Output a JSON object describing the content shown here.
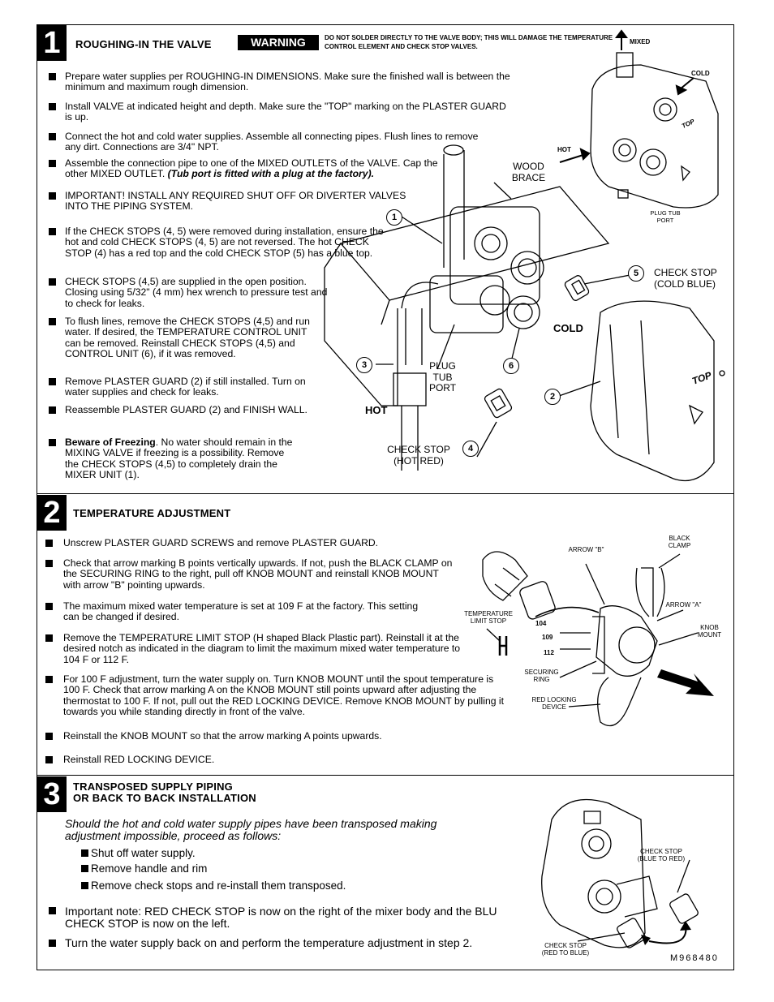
{
  "document_id": "M968480",
  "section1": {
    "number": "1",
    "title": "ROUGHING-IN THE VALVE",
    "warning_label": "WARNING",
    "warning_text": "DO NOT SOLDER DIRECTLY TO THE VALVE BODY; THIS WILL DAMAGE THE TEMPERATURE CONTROL ELEMENT AND CHECK STOP VALVES.",
    "bullets": [
      "Prepare water supplies per ROUGHING-IN DIMENSIONS. Make sure the finished wall is between the minimum and maximum rough dimension.",
      "Install VALVE at indicated height and depth. Make sure the \"TOP\" marking on the PLASTER GUARD is up.",
      "Connect the hot and cold water supplies. Assemble all connecting pipes. Flush lines to remove any dirt. Connections are 3/4\" NPT.",
      "Assemble the connection pipe to one of the MIXED OUTLETS of the VALVE. Cap the other MIXED OUTLET.",
      "IMPORTANT! INSTALL ANY REQUIRED SHUT OFF OR DIVERTER VALVES INTO THE PIPING SYSTEM.",
      "If the CHECK STOPS (4, 5) were removed during installation, ensure the hot and cold CHECK STOPS (4, 5) are not reversed. The hot CHECK STOP (4) has a red top and the cold CHECK STOP (5) has a blue top.",
      "CHECK STOPS (4,5) are supplied in the open position. Closing using 5/32\" (4 mm) hex wrench to pressure test and to check for leaks.",
      "To flush lines, remove the CHECK STOPS (4,5) and run water. If desired, the TEMPERATURE CONTROL UNIT can be removed. Reinstall CHECK STOPS (4,5) and CONTROL UNIT (6), if it was removed.",
      "Remove PLASTER GUARD (2) if still installed. Turn on water supplies and check for leaks.",
      "Reassemble PLASTER GUARD (2) and FINISH WALL."
    ],
    "bullet4_italic": "(Tub port is fitted with a plug at the factory).",
    "freezing_bold": "Beware of Freezing",
    "freezing_text": ". No water should remain in the MIXING VALVE if freezing is a possibility. Remove the CHECK STOPS (4,5) to completely drain the MIXER UNIT (1).",
    "labels": {
      "mixed": "MIXED",
      "cold_small": "COLD",
      "hot_small": "HOT",
      "top": "TOP",
      "plug_tub_port_small": "PLUG TUB PORT",
      "wood_brace": "WOOD BRACE",
      "check_stop_cold": "CHECK STOP (COLD BLUE)",
      "cold": "COLD",
      "plug_tub_port": "PLUG TUB PORT",
      "hot": "HOT",
      "check_stop_hot": "CHECK STOP (HOT RED)",
      "callouts": [
        "1",
        "2",
        "3",
        "4",
        "5",
        "6"
      ]
    }
  },
  "section2": {
    "number": "2",
    "title": "TEMPERATURE ADJUSTMENT",
    "bullets": [
      "Unscrew PLASTER GUARD SCREWS and remove PLASTER GUARD.",
      "Check that arrow marking B points vertically upwards. If not, push the BLACK CLAMP on the SECURING RING to the right, pull off KNOB MOUNT and reinstall KNOB MOUNT with arrow \"B\" pointing upwards.",
      "The maximum mixed water temperature is set at 109  F at the factory. This setting can be changed if desired.",
      "Remove the TEMPERATURE LIMIT STOP (H shaped Black Plastic part). Reinstall it at the desired notch as indicated in the diagram to limit the maximum mixed water temperature to 104 F or 112 F.",
      "For 100  F adjustment, turn the water supply on. Turn KNOB MOUNT until the spout temperature is 100  F. Check that arrow marking A on the KNOB MOUNT still points upward after adjusting the thermostat to 100  F.  If not, pull out the RED LOCKING DEVICE. Remove KNOB MOUNT by pulling it towards you while standing directly in front of the valve.",
      "Reinstall the KNOB MOUNT so that the arrow marking A points upwards.",
      "Reinstall RED LOCKING DEVICE."
    ],
    "labels": {
      "arrow_b": "ARROW \"B\"",
      "black_clamp": "BLACK CLAMP",
      "arrow_a": "ARROW \"A\"",
      "temperature_limit_stop": "TEMPERATURE LIMIT STOP",
      "knob_mount": "KNOB MOUNT",
      "securing_ring": "SECURING RING",
      "red_locking_device": "RED LOCKING DEVICE",
      "notches": [
        "104",
        "109",
        "112"
      ]
    }
  },
  "section3": {
    "number": "3",
    "title_line1": "TRANSPOSED SUPPLY PIPING",
    "title_line2": "OR BACK TO BACK INSTALLATION",
    "intro": "Should the hot and cold water supply pipes have been transposed making adjustment impossible, proceed as follows:",
    "steps": [
      "Shut off water supply.",
      "Remove handle and rim",
      "Remove check stops and re-install them transposed."
    ],
    "bullets": [
      "Important note: RED CHECK STOP is now on the right of the mixer body and the BLU CHECK STOP is now on the left.",
      "Turn the water supply back on and perform the temperature adjustment in step 2."
    ],
    "labels": {
      "check_stop_blue_to_red": "CHECK STOP (BLUE TO RED)",
      "check_stop_red_to_blue": "CHECK STOP (RED TO BLUE)"
    }
  }
}
